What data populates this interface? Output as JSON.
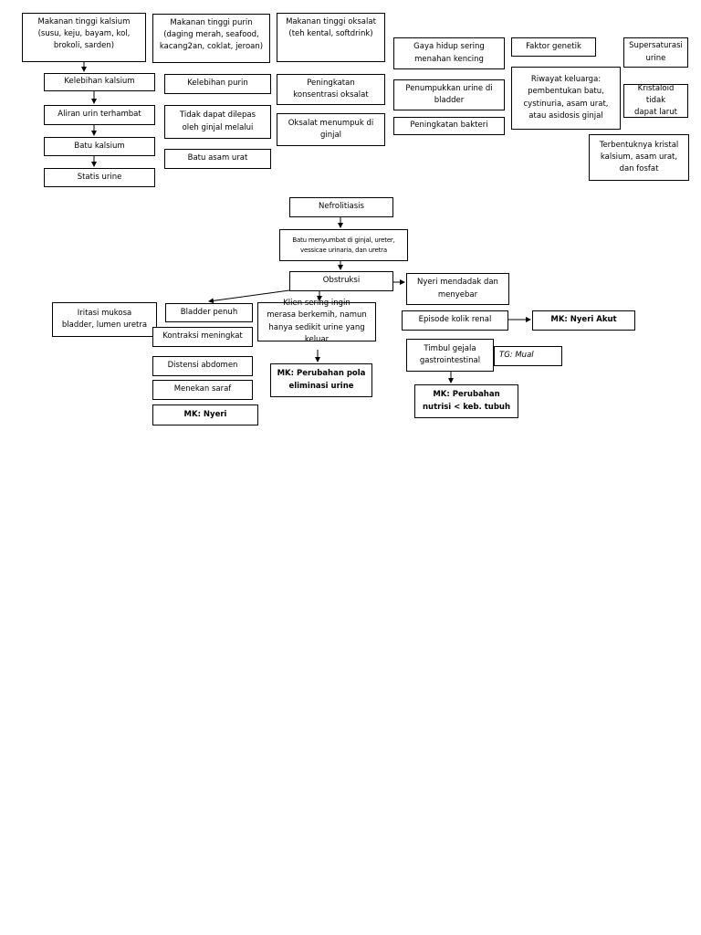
{
  "nodes": {
    "kalsium_food": "Makanan tinggi kalsium\n(susu, keju, bayam, kol,\nbrokoli, sarden)",
    "kelebihan_kalsium": "Kelebihan kalsium",
    "aliran_urin": "Aliran urin terhambat",
    "batu_kalsium": "Batu kalsium",
    "statis_urine": "Statis urine",
    "purin_food": "Makanan tinggi purin\n(daging merah, seafood,\nkacang2an, coklat, jeroan)",
    "kelebihan_purin": "Kelebihan purin",
    "tidak_dilepas": "Tidak dapat dilepas\noleh ginjal melalui",
    "batu_asam_urat": "Batu asam urat",
    "oksalat_food": "Makanan tinggi oksalat\n(teh kental, softdrink)",
    "peningkatan_oksalat": "Peningkatan\nkonsentrasi oksalat",
    "oksalat_menumpuk": "Oksalat menumpuk di\nginjal",
    "gaya_hidup": "Gaya hidup sering\nmenahan kencing",
    "penumpukan_urine": "Penumpukkan urine di\nbladder",
    "peningkatan_bakteri": "Peningkatan bakteri",
    "faktor_genetik": "Faktor genetik",
    "riwayat_keluarga": "Riwayat keluarga:\npembentukan batu,\ncystinuria, asam urat,\natau asidosis ginjal",
    "supersaturasi": "Supersaturasi\nurine",
    "kristaloid": "Kristaloid tidak\ndapat larut",
    "kristal": "Terbentuknya kristal\nkalsium, asam urat,\ndan fosfat",
    "nefrolitiasis": "Nefrolitiasis",
    "batu_menyumbat": "Batu menyumbat di ginjal, ureter,\nvessicae urinaria, dan uretra",
    "obstruksi": "Obstruksi",
    "nyeri_mendadak": "Nyeri mendadak dan\nmenyebar",
    "episode_kolik": "Episode kolik renal",
    "mk_nyeri_akut": "MK: Nyeri Akut",
    "timbul_gejala": "Timbul gejala\ngastrointestinal",
    "tg_mual": "TG: Mual",
    "mk_nutrisi": "MK: Perubahan\nnutrisi < keb. tubuh",
    "iritasi": "Iritasi mukosa\nbladder, lumen uretra",
    "bladder_penuh": "Bladder penuh",
    "kontraksi": "Kontraksi meningkat",
    "distensi": "Distensi abdomen",
    "menekan_saraf": "Menekan saraf",
    "mk_nyeri": "MK: Nyeri",
    "klien_sering": "Klien sering ingin\nmerasa  berkemih, namun\nhanya sedikit urine yang keluar",
    "mk_eliminasi": "MK: Perubahan pola\neliminasi urine"
  }
}
